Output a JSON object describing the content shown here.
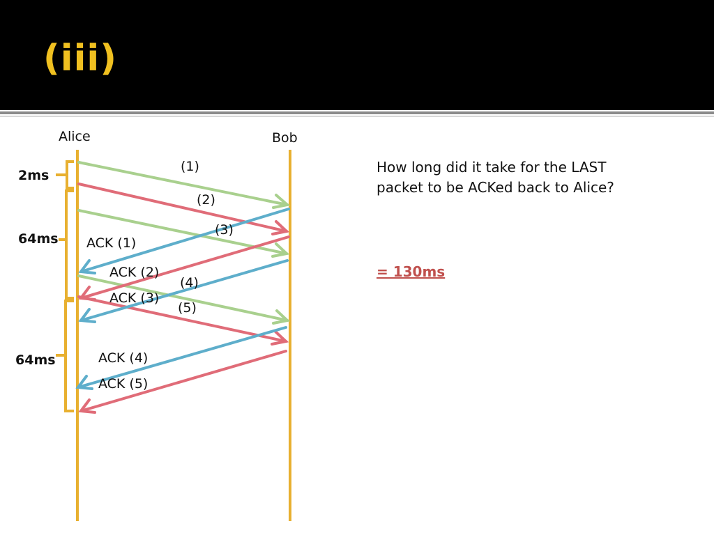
{
  "slide": {
    "title": "(iii)",
    "title_color": "#f0c020"
  },
  "diagram": {
    "left_party": "Alice",
    "right_party": "Bob",
    "brackets": [
      {
        "label": "2ms"
      },
      {
        "label": "64ms"
      },
      {
        "label": "64ms"
      }
    ],
    "packets": [
      {
        "label": "(1)",
        "color": "#a9d08e"
      },
      {
        "label": "(2)",
        "color": "#e06c78"
      },
      {
        "label": "(3)",
        "color": "#a9d08e"
      },
      {
        "label": "(4)",
        "color": "#a9d08e"
      },
      {
        "label": "(5)",
        "color": "#e06c78"
      }
    ],
    "acks": [
      {
        "label": "ACK (1)",
        "color": "#5eaecb"
      },
      {
        "label": "ACK (2)",
        "color": "#e06c78"
      },
      {
        "label": "ACK (3)",
        "color": "#5eaecb"
      },
      {
        "label": "ACK (4)",
        "color": "#5eaecb"
      },
      {
        "label": "ACK (5)",
        "color": "#e06c78"
      }
    ],
    "timeline_color": "#e8b030"
  },
  "question": {
    "text": "How long did it take for the LAST packet to be ACKed back to Alice?",
    "answer": "= 130ms",
    "answer_color": "#c0504d"
  }
}
